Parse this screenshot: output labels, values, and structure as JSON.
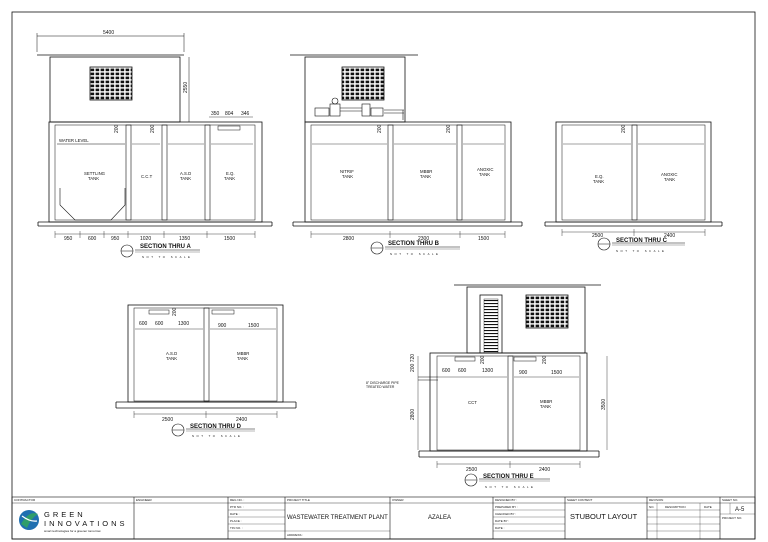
{
  "dimensions": {
    "top_5400": "5400",
    "a_2550": "2550",
    "a_350": "350",
    "a_804": "804",
    "a_346": "346",
    "a_200_1": "200",
    "a_200_2": "200",
    "a_950_1": "950",
    "a_600": "600",
    "a_950_2": "950",
    "a_1020": "1020",
    "a_1350": "1350",
    "a_1500": "1500",
    "b_200_1": "200",
    "b_200_2": "200",
    "b_2800": "2800",
    "b_2300": "2300",
    "b_1500": "1500",
    "c_200": "200",
    "c_2500": "2500",
    "c_2400": "2400",
    "d_600": "600",
    "d_600b": "600",
    "d_1300": "1300",
    "d_900": "900",
    "d_1500": "1500",
    "d_200": "200",
    "d_2500": "2500",
    "d_2400": "2400",
    "e_200": "200",
    "e_200b": "200",
    "e_720": "200 720",
    "e_600": "600",
    "e_600b": "600",
    "e_1300": "1300",
    "e_900": "900",
    "e_1500": "1500",
    "e_2800": "2800",
    "e_3500": "3500",
    "e_2500": "2500",
    "e_2400": "2400"
  },
  "labels": {
    "water_level": "WATER LEVEL",
    "settling": [
      "SETTLING",
      "TANK"
    ],
    "cct_a": "C.C.T",
    "asd_a": [
      "A.S.D",
      "TANK"
    ],
    "eq_a": [
      "E.Q.",
      "TANK"
    ],
    "nitrif": [
      "NITRIF",
      "TANK"
    ],
    "mbbr_b": [
      "MBBR",
      "TANK"
    ],
    "anoxic_b": [
      "ANOXIC",
      "TANK"
    ],
    "eq_c": [
      "E.Q.",
      "TANK"
    ],
    "anoxic_c": [
      "ANOXIC",
      "TANK"
    ],
    "asd_d": [
      "A.S.D",
      "TANK"
    ],
    "mbbr_d": [
      "MBBR",
      "TANK"
    ],
    "cct_e": "CCT",
    "mbbr_e": [
      "MBBR",
      "TANK"
    ],
    "discharge": [
      "8\" DISCHARGE PIPE",
      "TREATED WATER"
    ]
  },
  "sections": {
    "a": "SECTION THRU A",
    "b": "SECTION THRU B",
    "c": "SECTION THRU C",
    "d": "SECTION THRU D",
    "e": "SECTION THRU E",
    "scale": "NOT TO SCALE"
  },
  "title_block": {
    "contractor_label": "CONTRACTOR",
    "logo_line1": "GREEN",
    "logo_line2": "INNOVATIONS",
    "logo_tagline": "smart technologies for a greener tomorrow",
    "engineer_label": "ENGINEER",
    "reg_no": "REG NO. :",
    "ptr_no": "PTR NO. :",
    "date_issued": "DATE :",
    "place": "PLACE :",
    "tin_no": "TIN NO. :",
    "project_title_label": "PROJECT TITLE",
    "project_title": "WASTEWATER TREATMENT PLANT",
    "address_label": "ADDRESS :",
    "owner_label": "OWNER",
    "owner": "AZALEA",
    "designed_by": "DESIGNED BY :",
    "prepared_by": "PREPARED BY :",
    "checked_by": "CHECKED BY :",
    "date_by": "DATE BY :",
    "date_label": "DATE :",
    "sheet_content_label": "SHEET CONTENT",
    "sheet_content": "STUBOUT LAYOUT",
    "revision_label": "REVISION",
    "rev_no": "NO.",
    "rev_desc": "DESCRIPTION",
    "rev_date": "DATE",
    "sheet_no_label": "SHEET NO.",
    "sheet_no": "A-5",
    "project_no_label": "PROJECT NO."
  },
  "colors": {
    "line": "#111111",
    "logo_blue": "#1f6fb0",
    "logo_green": "#2f9d6a"
  },
  "icons": [
    "window-louver-icon",
    "pump-icon",
    "section-marker-icon",
    "company-logo-icon"
  ]
}
